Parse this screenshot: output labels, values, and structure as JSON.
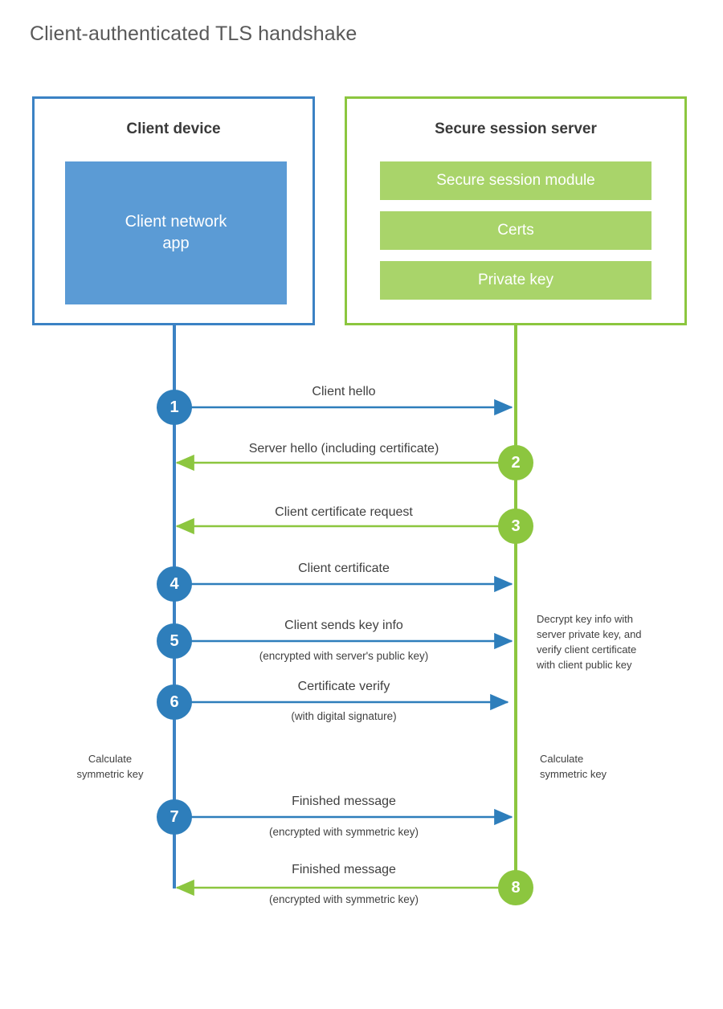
{
  "title": "Client-authenticated TLS handshake",
  "colors": {
    "client_border": "#3b82c4",
    "client_fill": "#5b9bd5",
    "client_circle": "#2e7ebb",
    "server_border": "#8cc63f",
    "server_fill": "#a9d46a",
    "server_circle": "#8cc63f",
    "text": "#404040",
    "title_text": "#595959",
    "background": "#ffffff"
  },
  "client": {
    "title": "Client device",
    "app_label": "Client network\napp"
  },
  "server": {
    "title": "Secure session server",
    "components": [
      {
        "label": "Secure session module"
      },
      {
        "label": "Certs"
      },
      {
        "label": "Private key"
      }
    ]
  },
  "steps": [
    {
      "number": "1",
      "label": "Client hello",
      "sublabel": "",
      "direction": "client-to-server",
      "origin": "client"
    },
    {
      "number": "2",
      "label": "Server hello (including certificate)",
      "sublabel": "",
      "direction": "server-to-client",
      "origin": "server"
    },
    {
      "number": "3",
      "label": "Client certificate request",
      "sublabel": "",
      "direction": "server-to-client",
      "origin": "server"
    },
    {
      "number": "4",
      "label": "Client certificate",
      "sublabel": "",
      "direction": "client-to-server",
      "origin": "client"
    },
    {
      "number": "5",
      "label": "Client sends key info",
      "sublabel": "(encrypted with server's public key)",
      "direction": "client-to-server",
      "origin": "client"
    },
    {
      "number": "6",
      "label": "Certificate verify",
      "sublabel": "(with digital signature)",
      "direction": "client-to-server",
      "origin": "client"
    },
    {
      "number": "7",
      "label": "Finished message",
      "sublabel": "(encrypted with symmetric key)",
      "direction": "client-to-server",
      "origin": "client"
    },
    {
      "number": "8",
      "label": "Finished message",
      "sublabel": "(encrypted with symmetric key)",
      "direction": "server-to-client",
      "origin": "server"
    }
  ],
  "notes": {
    "server_decrypt": "Decrypt key info with\nserver private key, and\nverify client certificate\nwith client public key",
    "client_symmetric": "Calculate\nsymmetric key",
    "server_symmetric": "Calculate\nsymmetric key"
  }
}
